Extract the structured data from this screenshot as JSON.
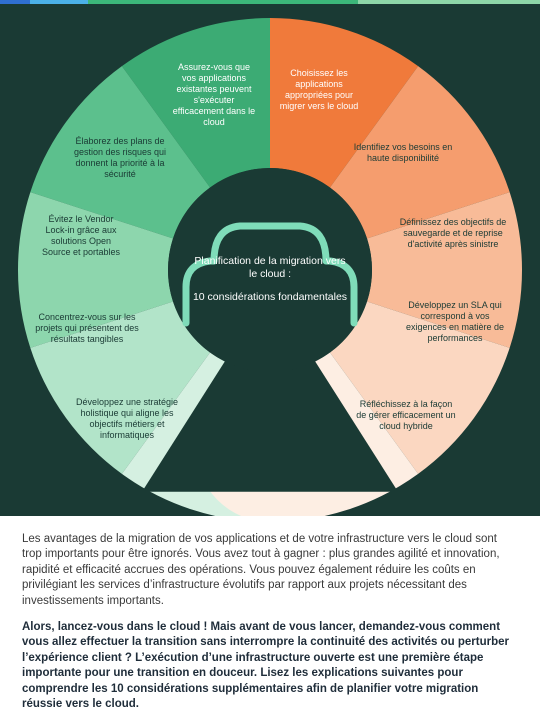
{
  "colors": {
    "panel": "#1a3a34",
    "cloud_outline": "#7fdcb9",
    "top_stripe": [
      "#2f6fd1",
      "#4bb1e8",
      "#3cb77a",
      "#8dd6a8"
    ]
  },
  "center": {
    "title": "Planification de la migration vers le cloud :",
    "subtitle": "10 considérations fondamentales",
    "icon": "cloud-icon"
  },
  "left_segments": [
    {
      "text": "Assurez-vous que vos applications existantes peuvent s'exécuter efficacement dans le cloud",
      "color": "#3cab74",
      "text_color": "#ffffff"
    },
    {
      "text": "Élaborez des plans de gestion des risques qui donnent la priorité à la sécurité",
      "color": "#5cc08d",
      "text_color": "#1a3a34"
    },
    {
      "text": "Évitez le Vendor Lock-in grâce aux solutions Open Source et portables",
      "color": "#8dd6ad",
      "text_color": "#1a3a34"
    },
    {
      "text": "Concentrez-vous sur les projets qui présentent des résultats tangibles",
      "color": "#b2e4c9",
      "text_color": "#1a3a34"
    },
    {
      "text": "Développez une stratégie holistique qui aligne les objectifs métiers et informatiques",
      "color": "#d5f0e1",
      "text_color": "#1a3a34"
    }
  ],
  "right_segments": [
    {
      "text": "Choisissez les applications appropriées pour migrer vers le cloud",
      "color": "#f07a3b",
      "text_color": "#ffffff"
    },
    {
      "text": "Identifiez vos besoins en haute disponibilité",
      "color": "#f59d6e",
      "text_color": "#1a3a34"
    },
    {
      "text": "Définissez des objectifs de sauvegarde et de reprise d'activité après sinistre",
      "color": "#f8bb98",
      "text_color": "#1a3a34"
    },
    {
      "text": "Développez un SLA qui correspond à vos exigences en matière de performances",
      "color": "#fbd7c1",
      "text_color": "#1a3a34"
    },
    {
      "text": "Réfléchissez à la façon de gérer efficacement un cloud hybride",
      "color": "#fdeee3",
      "text_color": "#1a3a34"
    }
  ],
  "intro": "Les avantages de la migration de vos applications et de votre infrastructure vers le cloud sont trop importants pour être ignorés. Vous avez tout à gagner : plus grandes agilité et innovation, rapidité et efficacité accrues des opérations. Vous pouvez également réduire les coûts en privilégiant les services d’infrastructure évolutifs par rapport aux projets nécessitant des investissements importants.",
  "cta": "Alors, lancez-vous dans le cloud ! Mais avant de vous lancer, demandez-vous comment vous allez effectuer la transition sans interrompre la continuité des activités ou perturber l’expérience client ? L’exécution d’une infrastructure ouverte est une première étape importante pour une transition en douceur. Lisez les explications suivantes pour comprendre les 10 considérations supplémentaires afin de planifier votre migration réussie vers le cloud."
}
